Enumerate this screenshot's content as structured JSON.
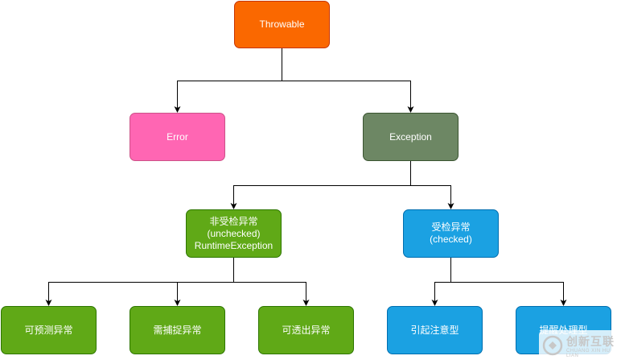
{
  "nodes": {
    "throwable": {
      "lines": [
        "Throwable"
      ],
      "fill": "#fa6800",
      "stroke": "#c73500"
    },
    "error": {
      "lines": [
        "Error"
      ],
      "fill": "#ff66b3",
      "stroke": "#cc5288"
    },
    "exception": {
      "lines": [
        "Exception"
      ],
      "fill": "#6d8764",
      "stroke": "#3a5431"
    },
    "unchecked": {
      "lines": [
        "非受检异常",
        "(unchecked)",
        "RuntimeException"
      ],
      "fill": "#60a917",
      "stroke": "#2d7600"
    },
    "checked": {
      "lines": [
        "受检异常",
        "(checked)"
      ],
      "fill": "#1ba1e2",
      "stroke": "#006eaf"
    },
    "predictable": {
      "lines": [
        "可预测异常"
      ],
      "fill": "#60a917",
      "stroke": "#2d7600"
    },
    "catch": {
      "lines": [
        "需捕捉异常"
      ],
      "fill": "#60a917",
      "stroke": "#2d7600"
    },
    "passthrough": {
      "lines": [
        "可透出异常"
      ],
      "fill": "#60a917",
      "stroke": "#2d7600"
    },
    "attention": {
      "lines": [
        "引起注意型"
      ],
      "fill": "#1ba1e2",
      "stroke": "#006eaf"
    },
    "handling": {
      "lines": [
        "提醒处理型"
      ],
      "fill": "#1ba1e2",
      "stroke": "#006eaf"
    }
  },
  "edge_color": "#000000",
  "watermark": {
    "text": "创新互联",
    "subtext": "CHUANG XIN HU LIAN",
    "icon": "chuangxin-logo-icon"
  }
}
